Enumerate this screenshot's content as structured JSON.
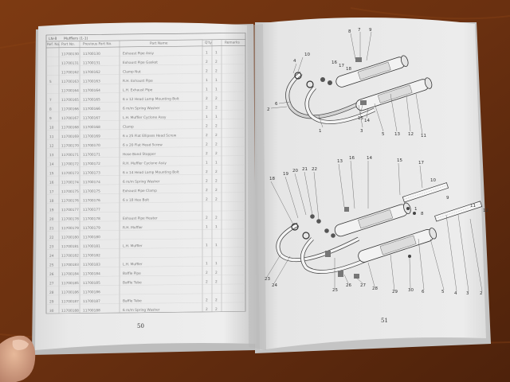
{
  "photo": {
    "subject": "open-parts-catalogue-booklet",
    "colors": {
      "table": "#7b3a12",
      "page": "#ececec",
      "ink": "#333333",
      "skin": "#d9a98a"
    }
  },
  "left_page": {
    "header_code": "LN-8",
    "header_title": "Mufflers (1-1)",
    "col_headers": [
      "Ref. No.",
      "Part No.",
      "Previous Part No.",
      "Part Name",
      "Q'ty",
      "Remarks"
    ],
    "page_number": "50",
    "rows": [
      {
        "ref": "",
        "part": "11700130",
        "name": "Exhaust Pipe Assy",
        "qty": "1"
      },
      {
        "ref": "",
        "part": "11700131",
        "name": "Exhaust Pipe Gasket",
        "qty": "2"
      },
      {
        "ref": "",
        "part": "11700162",
        "name": "Clamp Nut",
        "qty": "2"
      },
      {
        "ref": "5",
        "part": "11700163",
        "name": "R.H. Exhaust Pipe",
        "qty": "1"
      },
      {
        "ref": "",
        "part": "11700164",
        "name": "L.H. Exhaust Pipe",
        "qty": "1"
      },
      {
        "ref": "7",
        "part": "11700165",
        "name": "6 x 12 Head Lamp Mounting Bolt",
        "qty": "2"
      },
      {
        "ref": "8",
        "part": "11700166",
        "name": "6 m/m Spring Washer",
        "qty": "2"
      },
      {
        "ref": "9",
        "part": "11700167",
        "name": "L.H. Muffler Cyclone Assy",
        "qty": "1"
      },
      {
        "ref": "10",
        "part": "11700168",
        "name": "Clamp",
        "qty": "2"
      },
      {
        "ref": "11",
        "part": "11700169",
        "name": "6 x 25 Flat Ellipses Head Screw",
        "qty": "2"
      },
      {
        "ref": "12",
        "part": "11700170",
        "name": "6 x 20 Flat Head Screw",
        "qty": "2"
      },
      {
        "ref": "13",
        "part": "11700171",
        "name": "Hose Band Stopper",
        "qty": "2"
      },
      {
        "ref": "14",
        "part": "11700172",
        "name": "R.H. Muffler Cyclone Assy",
        "qty": "1"
      },
      {
        "ref": "15",
        "part": "11700173",
        "name": "6 x 14 Head Lamp Mounting Bolt",
        "qty": "2"
      },
      {
        "ref": "16",
        "part": "11700174",
        "name": "6 m/m Spring Washer",
        "qty": "2"
      },
      {
        "ref": "17",
        "part": "11700175",
        "name": "Exhaust Pipe Clamp",
        "qty": "2"
      },
      {
        "ref": "18",
        "part": "11700176",
        "name": "6 x 18 Hex Bolt",
        "qty": "2"
      },
      {
        "ref": "19",
        "part": "11700177",
        "name": "",
        "qty": ""
      },
      {
        "ref": "20",
        "part": "11700178",
        "name": "Exhaust Pipe Heater",
        "qty": "2"
      },
      {
        "ref": "21",
        "part": "11700179",
        "name": "R.H. Muffler",
        "qty": "1"
      },
      {
        "ref": "22",
        "part": "11700180",
        "name": "",
        "qty": ""
      },
      {
        "ref": "23",
        "part": "11700181",
        "name": "L.H. Muffler",
        "qty": "1"
      },
      {
        "ref": "24",
        "part": "11700182",
        "name": "",
        "qty": ""
      },
      {
        "ref": "25",
        "part": "11700183",
        "name": "L.H. Muffler",
        "qty": "1"
      },
      {
        "ref": "26",
        "part": "11700184",
        "name": "Baffle Pipe",
        "qty": "2"
      },
      {
        "ref": "27",
        "part": "11700185",
        "name": "Baffle Tube",
        "qty": "2"
      },
      {
        "ref": "28",
        "part": "11700186",
        "name": "",
        "qty": ""
      },
      {
        "ref": "29",
        "part": "11700187",
        "name": "Baffle Tube",
        "qty": "2"
      },
      {
        "ref": "30",
        "part": "11700188",
        "name": "6 m/m Spring Washer",
        "qty": "2"
      }
    ]
  },
  "right_page": {
    "page_number": "51",
    "top_callouts": [
      "8",
      "7",
      "9",
      "10",
      "4",
      "6",
      "2",
      "1",
      "3",
      "5",
      "13",
      "12",
      "11",
      "15",
      "14",
      "16",
      "17",
      "18"
    ],
    "bottom_callouts": [
      "13",
      "16",
      "14",
      "15",
      "17",
      "18",
      "19",
      "20",
      "21",
      "22",
      "23",
      "24",
      "25",
      "26",
      "27",
      "28",
      "29",
      "30",
      "6",
      "5",
      "4",
      "3",
      "2",
      "1",
      "8",
      "9",
      "10",
      "11",
      "12"
    ]
  }
}
